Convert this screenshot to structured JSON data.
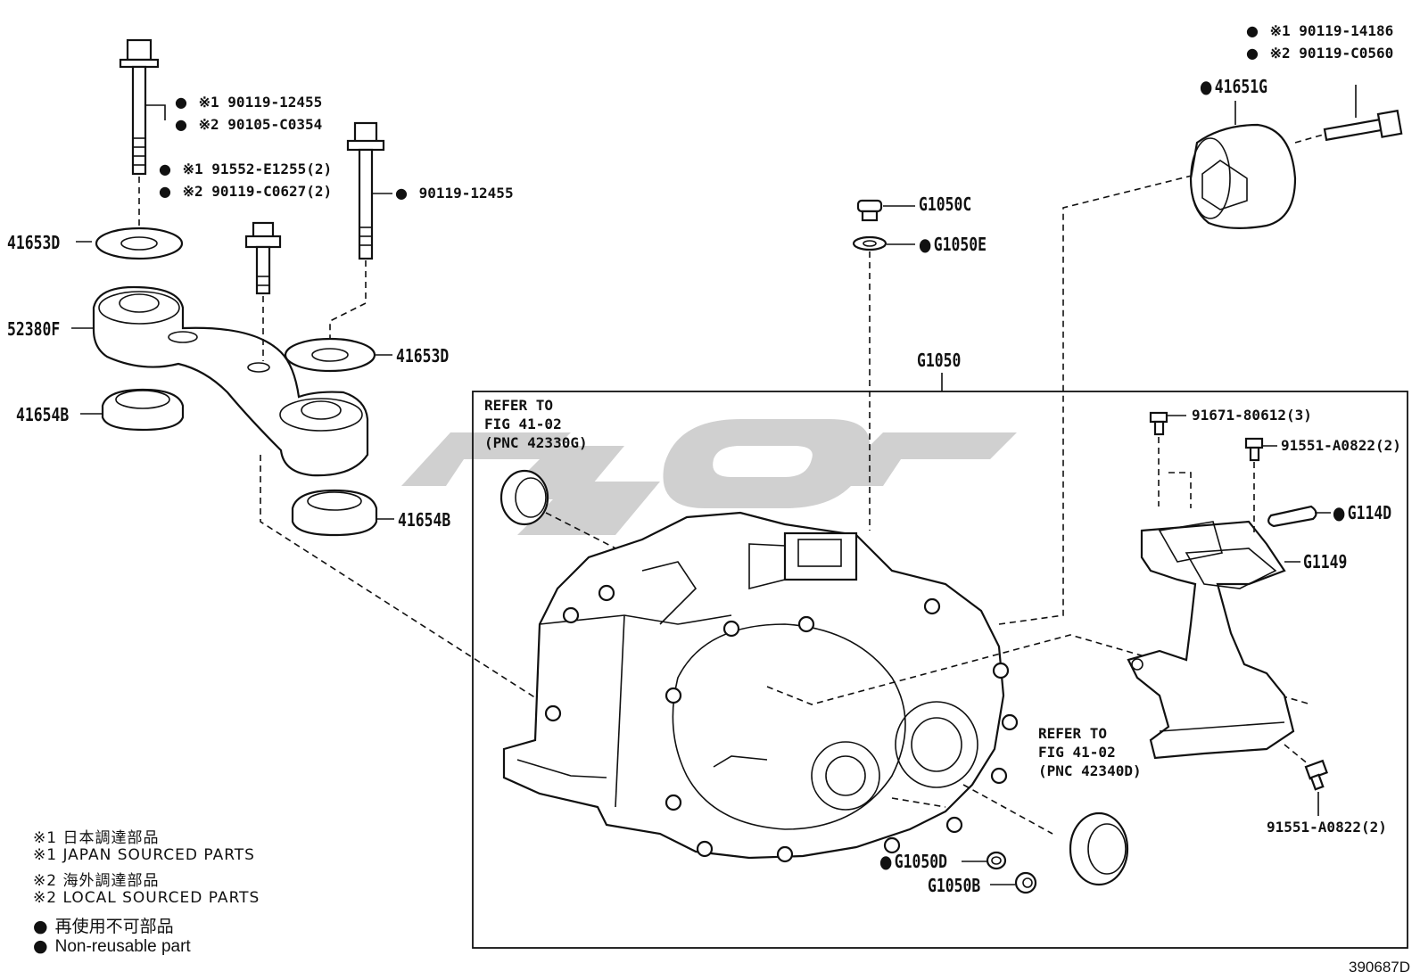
{
  "labels": {
    "p41653D_top": "41653D",
    "p52380F": "52380F",
    "p41654B_left": "41654B",
    "p41653D_mid": "41653D",
    "p41654B_mid": "41654B",
    "g1050": "G1050",
    "g1050c": "G1050C",
    "g1050e": "G1050E",
    "p41651g": "41651G",
    "g114d": "G114D",
    "g1149": "G1149",
    "g1050d": "G1050D",
    "g1050b": "G1050B",
    "bolt_91671": "91671-80612(3)",
    "bolt_91551_top": "91551-A0822(2)",
    "bolt_91551_bottom": "91551-A0822(2)",
    "bolt_90119_12455_mid": "90119-12455",
    "tl_1_prefix": "※1",
    "tl_1_part": "90119-12455",
    "tl_2_prefix": "※2",
    "tl_2_part": "90105-C0354",
    "tl_3_prefix": "※1",
    "tl_3_part": "91552-E1255(2)",
    "tl_4_prefix": "※2",
    "tl_4_part": "90119-C0627(2)",
    "tr_1_prefix": "※1",
    "tr_1_part": "90119-14186",
    "tr_2_prefix": "※2",
    "tr_2_part": "90119-C0560",
    "ref1_line1": "REFER TO",
    "ref1_line2": "FIG 41-02",
    "ref1_line3": "(PNC 42330G)",
    "ref2_line1": "REFER TO",
    "ref2_line2": "FIG 41-02",
    "ref2_line3": "(PNC 42340D)",
    "figure_id": "390687D"
  },
  "legend": [
    {
      "text": "※1 日本調達部品"
    },
    {
      "text": "※1 JAPAN SOURCED PARTS"
    },
    {
      "text": "※2 海外調達部品"
    },
    {
      "text": "※2 LOCAL SOURCED PARTS"
    },
    {
      "text": "再使用不可部品"
    },
    {
      "text": "Non-reusable part"
    }
  ],
  "colors": {
    "ink": "#111111",
    "watermark": "#c8c8c8",
    "background": "#ffffff"
  }
}
